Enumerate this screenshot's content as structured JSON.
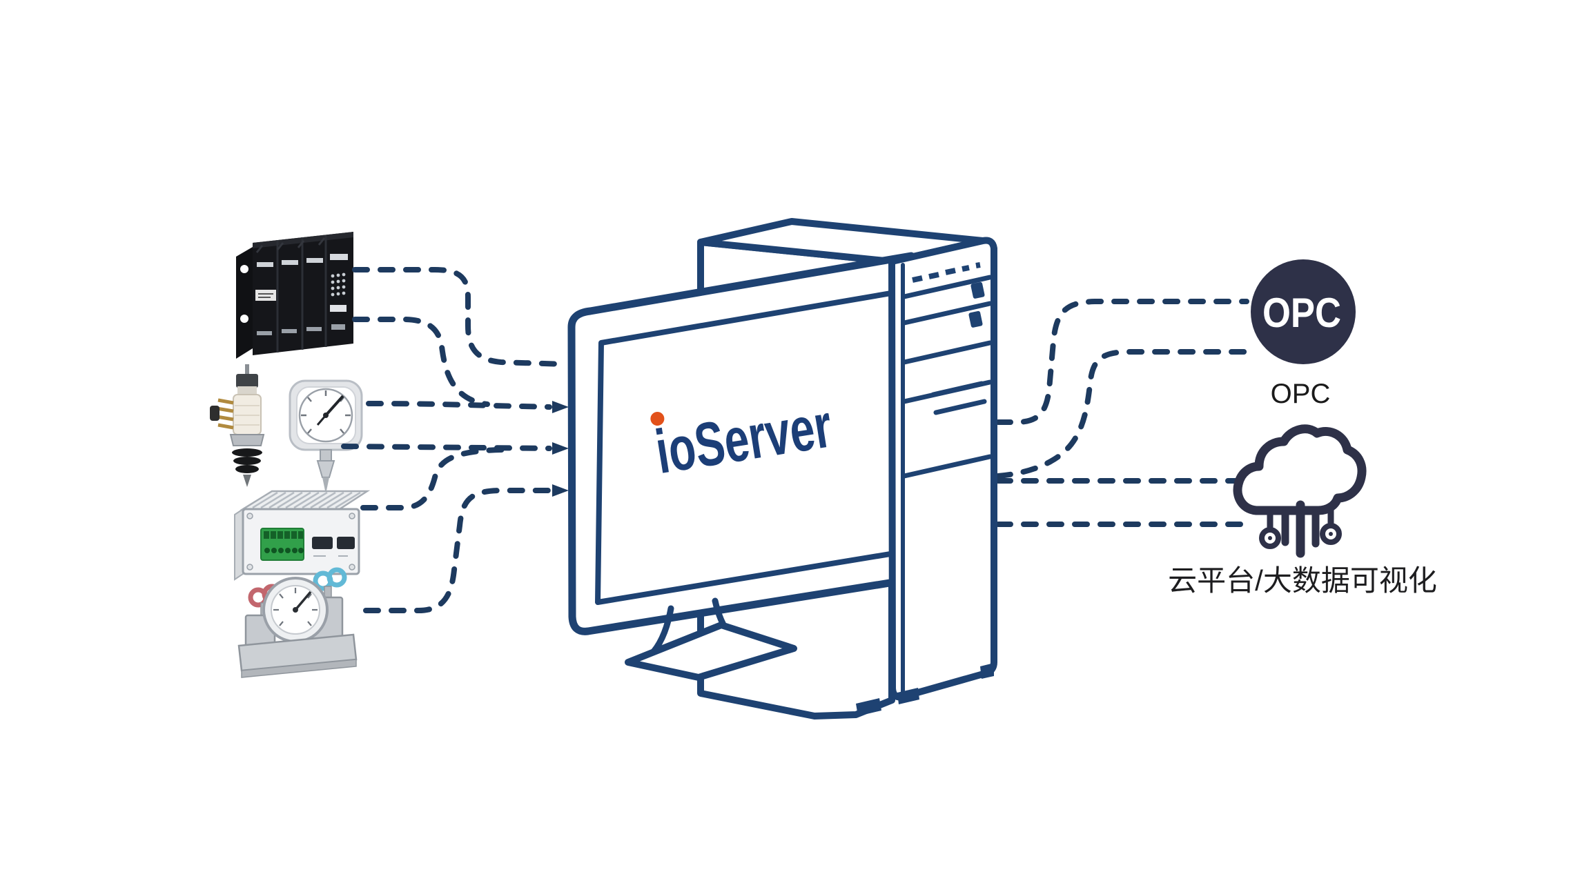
{
  "screen": {
    "logo_text": "ioServer",
    "logo_color": "#1c3e77",
    "logo_dot_color": "#e2511a"
  },
  "opc": {
    "badge_text": "OPC",
    "badge_color": "#2e3148",
    "badge_text_color": "#ffffff",
    "caption": "OPC",
    "caption_color": "#1a1a1a"
  },
  "cloud": {
    "caption": "云平台/大数据可视化",
    "caption_color": "#1d1d1f",
    "icon": "cloud-big-data-icon",
    "icon_color": "#2e3148"
  },
  "connections": {
    "style": "dashed",
    "line_color": "#1d3a5f",
    "left_inputs": 4,
    "right_outputs": 4
  },
  "computer": {
    "icons": [
      "desktop-monitor-image",
      "tower-pc-image"
    ],
    "outline_color": "#1e4272"
  },
  "device_images": [
    "plc-module-rack-image",
    "temperature-sensor-image",
    "pressure-gauge-image",
    "io-controller-image",
    "manifold-pressure-gauge-image"
  ],
  "background_color": "#ffffff"
}
